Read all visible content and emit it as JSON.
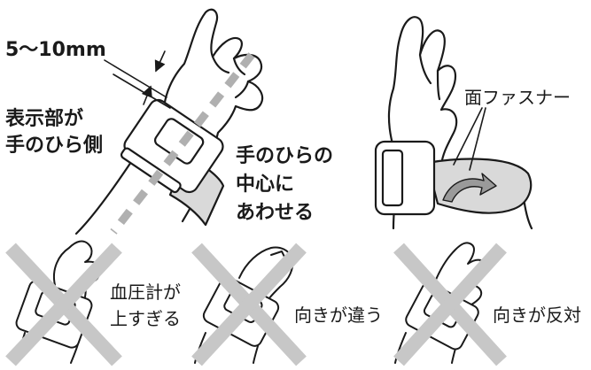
{
  "labels": {
    "distance": "5〜10mm",
    "display_side_line1": "表示部が",
    "display_side_line2": "手のひら側",
    "align_center_line1": "手のひらの",
    "align_center_line2": "中心に",
    "align_center_line3": "あわせる",
    "fastener": "面ファスナー",
    "wrong_too_high_line1": "血圧計が",
    "wrong_too_high_line2": "上すぎる",
    "wrong_direction": "向きが違う",
    "wrong_reversed": "向きが反対"
  },
  "colors": {
    "ink": "#1a1a1a",
    "cross": "#c7c7c7",
    "cuff_fill": "#d9d9d9",
    "center_line": "#b0b0b0",
    "arrow_fill": "#9a9a9a"
  },
  "icons": {
    "wrong_mark": "cross-x-icon",
    "guide_arrow": "arrow-icon"
  }
}
